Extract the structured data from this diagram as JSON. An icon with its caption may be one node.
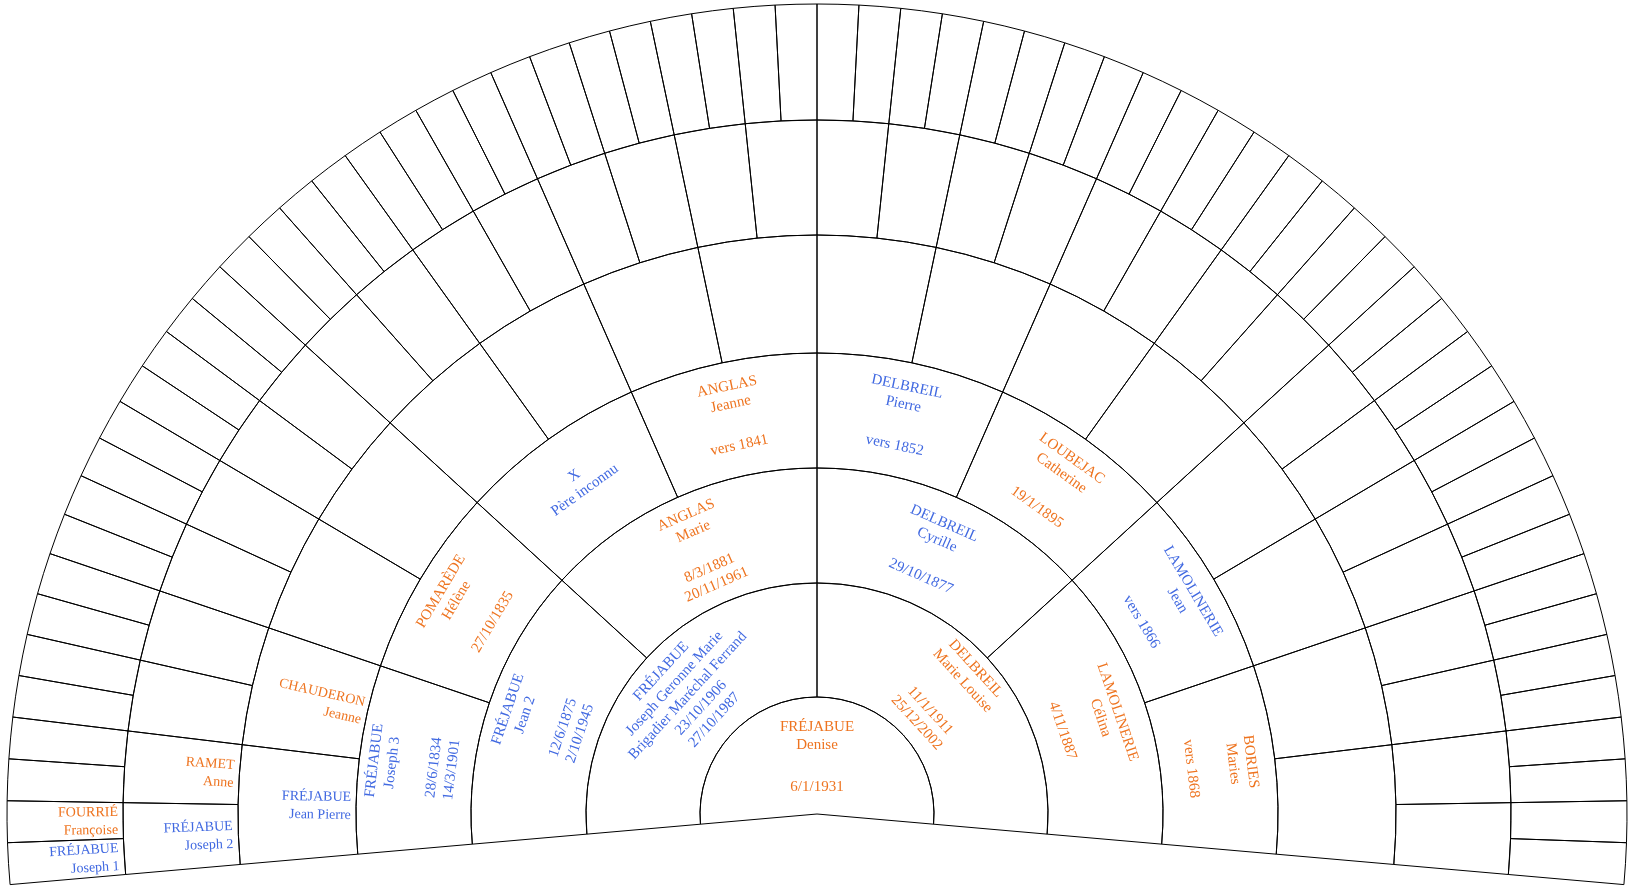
{
  "diagram": {
    "nodes": [
      {
        "text": [
          "FRÉJABUE",
          "Denise",
          "6/1/1931"
        ]
      },
      {
        "text": [
          "FRÉJABUE",
          "Joseph Geronne Marie",
          "Brigadier Maréchal Ferrand",
          "23/10/1906",
          "27/10/1987"
        ]
      },
      {
        "text": [
          "DELBREIL",
          "Marie Louise",
          "11/1/1911",
          "25/12/2002"
        ]
      },
      {
        "text": [
          "FRÉJABUE",
          "Jean 2",
          "12/6/1875",
          "2/10/1945"
        ]
      },
      {
        "text": [
          "ANGLAS",
          "Marie",
          "8/3/1881",
          "20/11/1961"
        ]
      },
      {
        "text": [
          "DELBREIL",
          "Cyrille",
          "29/10/1877"
        ]
      },
      {
        "text": [
          "LAMOLINERIE",
          "Célina",
          "4/11/1887"
        ]
      },
      {
        "text": [
          "FRÉJABUE",
          "Joseph 3",
          "28/6/1834",
          "14/3/1901"
        ]
      },
      {
        "text": [
          "POMARÈDE",
          "Hélène",
          "27/10/1835"
        ]
      },
      {
        "text": [
          "X",
          "Père inconnu"
        ]
      },
      {
        "text": [
          "ANGLAS",
          "Jeanne",
          "vers 1841"
        ]
      },
      {
        "text": [
          "DELBREIL",
          "Pierre",
          "vers 1852"
        ]
      },
      {
        "text": [
          "LOUBEJAC",
          "Catherine",
          "19/1/1895"
        ]
      },
      {
        "text": [
          "LAMOLINERIE",
          "Jean",
          "vers 1866"
        ]
      },
      {
        "text": [
          "BORIES",
          "Maries",
          "vers 1868"
        ]
      },
      {
        "text": [
          "FRÉJABUE",
          "Jean Pierre"
        ]
      },
      {
        "text": [
          "CHAUDERON",
          "Jeanne"
        ]
      },
      {
        "text": [],
        "shape": "sector"
      },
      {
        "text": [],
        "shape": "sector"
      },
      {
        "text": [],
        "shape": "sector"
      },
      {
        "text": [],
        "shape": "sector"
      },
      {
        "text": [],
        "shape": "sector"
      },
      {
        "text": [],
        "shape": "sector"
      },
      {
        "text": [],
        "shape": "sector"
      },
      {
        "text": [],
        "shape": "sector"
      },
      {
        "text": [],
        "shape": "sector"
      },
      {
        "text": [],
        "shape": "sector"
      },
      {
        "text": [],
        "shape": "sector"
      },
      {
        "text": [],
        "shape": "sector"
      },
      {
        "text": [],
        "shape": "sector"
      },
      {
        "text": [],
        "shape": "sector"
      },
      {
        "text": [
          "FRÉJABUE",
          "Joseph 2"
        ]
      },
      {
        "text": [
          "RAMET",
          "Anne"
        ]
      },
      {
        "text": [],
        "shape": "sector"
      },
      {
        "text": [],
        "shape": "sector"
      },
      {
        "text": [],
        "shape": "sector"
      },
      {
        "text": [],
        "shape": "sector"
      },
      {
        "text": [],
        "shape": "sector"
      },
      {
        "text": [],
        "shape": "sector"
      },
      {
        "text": [],
        "shape": "sector"
      },
      {
        "text": [],
        "shape": "sector"
      },
      {
        "text": [],
        "shape": "sector"
      },
      {
        "text": [],
        "shape": "sector"
      },
      {
        "text": [],
        "shape": "sector"
      },
      {
        "text": [],
        "shape": "sector"
      },
      {
        "text": [],
        "shape": "sector"
      },
      {
        "text": [],
        "shape": "sector"
      },
      {
        "text": [],
        "shape": "sector"
      },
      {
        "text": [],
        "shape": "sector"
      },
      {
        "text": [],
        "shape": "sector"
      },
      {
        "text": [],
        "shape": "sector"
      },
      {
        "text": [],
        "shape": "sector"
      },
      {
        "text": [],
        "shape": "sector"
      },
      {
        "text": [],
        "shape": "sector"
      },
      {
        "text": [],
        "shape": "sector"
      },
      {
        "text": [],
        "shape": "sector"
      },
      {
        "text": [],
        "shape": "sector"
      },
      {
        "text": [],
        "shape": "sector"
      },
      {
        "text": [],
        "shape": "sector"
      },
      {
        "text": [],
        "shape": "sector"
      },
      {
        "text": [],
        "shape": "sector"
      },
      {
        "text": [],
        "shape": "sector"
      },
      {
        "text": [],
        "shape": "sector"
      },
      {
        "text": [
          "FRÉJABUE",
          "Joseph 1"
        ]
      },
      {
        "text": [
          "FOURRIÉ",
          "Françoise"
        ]
      },
      {
        "text": [],
        "shape": "sector"
      },
      {
        "text": [],
        "shape": "sector"
      },
      {
        "text": [],
        "shape": "sector"
      },
      {
        "text": [],
        "shape": "sector"
      },
      {
        "text": [],
        "shape": "sector"
      },
      {
        "text": [],
        "shape": "sector"
      },
      {
        "text": [],
        "shape": "sector"
      },
      {
        "text": [],
        "shape": "sector"
      },
      {
        "text": [],
        "shape": "sector"
      },
      {
        "text": [],
        "shape": "sector"
      },
      {
        "text": [],
        "shape": "sector"
      },
      {
        "text": [],
        "shape": "sector"
      },
      {
        "text": [],
        "shape": "sector"
      },
      {
        "text": [],
        "shape": "sector"
      },
      {
        "text": [],
        "shape": "sector"
      },
      {
        "text": [],
        "shape": "sector"
      },
      {
        "text": [],
        "shape": "sector"
      },
      {
        "text": [],
        "shape": "sector"
      },
      {
        "text": [],
        "shape": "sector"
      },
      {
        "text": [],
        "shape": "sector"
      },
      {
        "text": [],
        "shape": "sector"
      },
      {
        "text": [],
        "shape": "sector"
      },
      {
        "text": [],
        "shape": "sector"
      },
      {
        "text": [],
        "shape": "sector"
      },
      {
        "text": [],
        "shape": "sector"
      },
      {
        "text": [],
        "shape": "sector"
      },
      {
        "text": [],
        "shape": "sector"
      },
      {
        "text": [],
        "shape": "sector"
      },
      {
        "text": [],
        "shape": "sector"
      },
      {
        "text": [],
        "shape": "sector"
      },
      {
        "text": [],
        "shape": "sector"
      },
      {
        "text": [],
        "shape": "sector"
      },
      {
        "text": [],
        "shape": "sector"
      },
      {
        "text": [],
        "shape": "sector"
      },
      {
        "text": [],
        "shape": "sector"
      },
      {
        "text": [],
        "shape": "sector"
      },
      {
        "text": [],
        "shape": "sector"
      },
      {
        "text": [],
        "shape": "sector"
      },
      {
        "text": [],
        "shape": "sector"
      },
      {
        "text": [],
        "shape": "sector"
      },
      {
        "text": [],
        "shape": "sector"
      },
      {
        "text": [],
        "shape": "sector"
      },
      {
        "text": [],
        "shape": "sector"
      },
      {
        "text": [],
        "shape": "sector"
      },
      {
        "text": [],
        "shape": "sector"
      },
      {
        "text": [],
        "shape": "sector"
      },
      {
        "text": [],
        "shape": "sector"
      },
      {
        "text": [],
        "shape": "sector"
      },
      {
        "text": [],
        "shape": "sector"
      },
      {
        "text": [],
        "shape": "sector"
      },
      {
        "text": [],
        "shape": "sector"
      },
      {
        "text": [],
        "shape": "sector"
      },
      {
        "text": [],
        "shape": "sector"
      },
      {
        "text": [],
        "shape": "sector"
      },
      {
        "text": [],
        "shape": "sector"
      },
      {
        "text": [],
        "shape": "sector"
      },
      {
        "text": [],
        "shape": "sector"
      },
      {
        "text": [],
        "shape": "sector"
      },
      {
        "text": [],
        "shape": "sector"
      },
      {
        "text": [],
        "shape": "sector"
      },
      {
        "text": [],
        "shape": "sector"
      },
      {
        "text": [],
        "shape": "sector"
      }
    ]
  }
}
